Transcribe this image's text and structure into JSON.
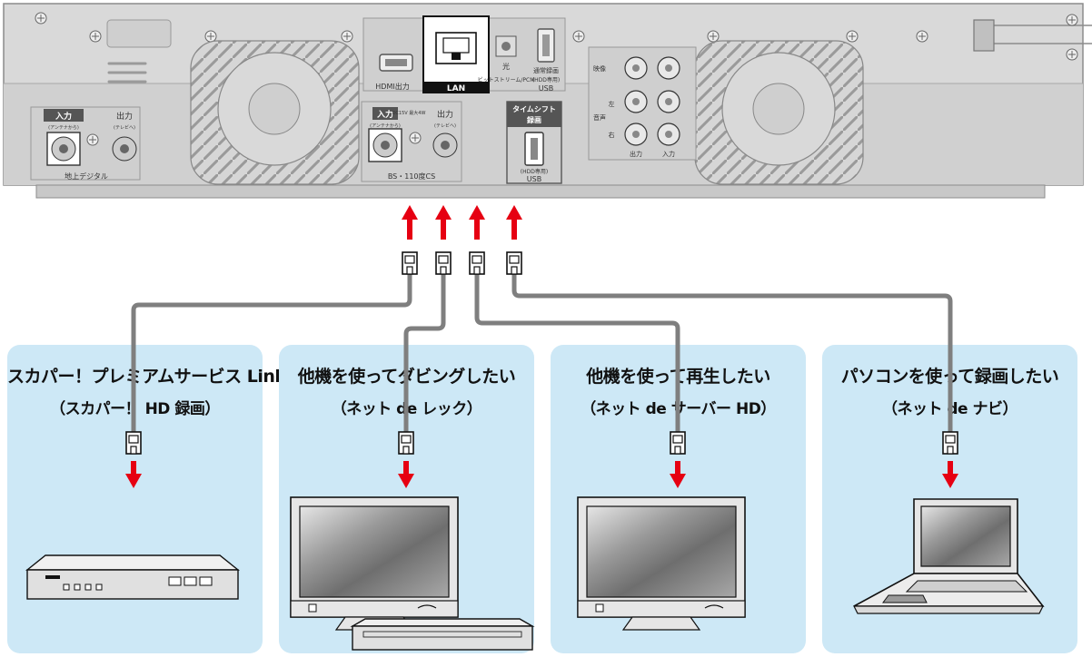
{
  "recorder": {
    "port_labels": {
      "hdmi": "HDMI出力",
      "lan": "LAN",
      "optical_top": "光",
      "optical_bottom": "ビットストリーム/PCM",
      "usb_top": "通常録画",
      "usb_sub": "(HDD専用)",
      "usb_bottom": "USB",
      "terrestrial": "地上デジタル",
      "input": "入力",
      "input_sub": "(アンテナから)",
      "output": "出力",
      "output_sub": "(テレビへ)",
      "bs_cs": "BS・110度CS",
      "dc": "DC15V 最大4W",
      "timeshift_1": "タイムシフト",
      "timeshift_2": "録画",
      "timeshift_hdd": "(HDD専用)",
      "timeshift_usb": "USB",
      "av_video": "映像",
      "av_left": "左",
      "av_audio": "音声",
      "av_right": "右",
      "av_out": "出力",
      "av_in": "入力"
    }
  },
  "panels": [
    {
      "title": "スカパー！プレミアムサービス Link",
      "subtitle": "（スカパー！ HD 録画）",
      "device": "set-top-box"
    },
    {
      "title": "他機を使ってダビングしたい",
      "subtitle": "（ネット de レック）",
      "device": "tv-with-recorder"
    },
    {
      "title": "他機を使って再生したい",
      "subtitle": "（ネット de サーバー HD）",
      "device": "tv"
    },
    {
      "title": "パソコンを使って録画したい",
      "subtitle": "（ネット de ナビ）",
      "device": "laptop"
    }
  ],
  "colors": {
    "panel_bg": "#cde8f6",
    "arrow": "#e60012",
    "cable": "#7f7f7f",
    "device_body": "#d9d9d9"
  }
}
